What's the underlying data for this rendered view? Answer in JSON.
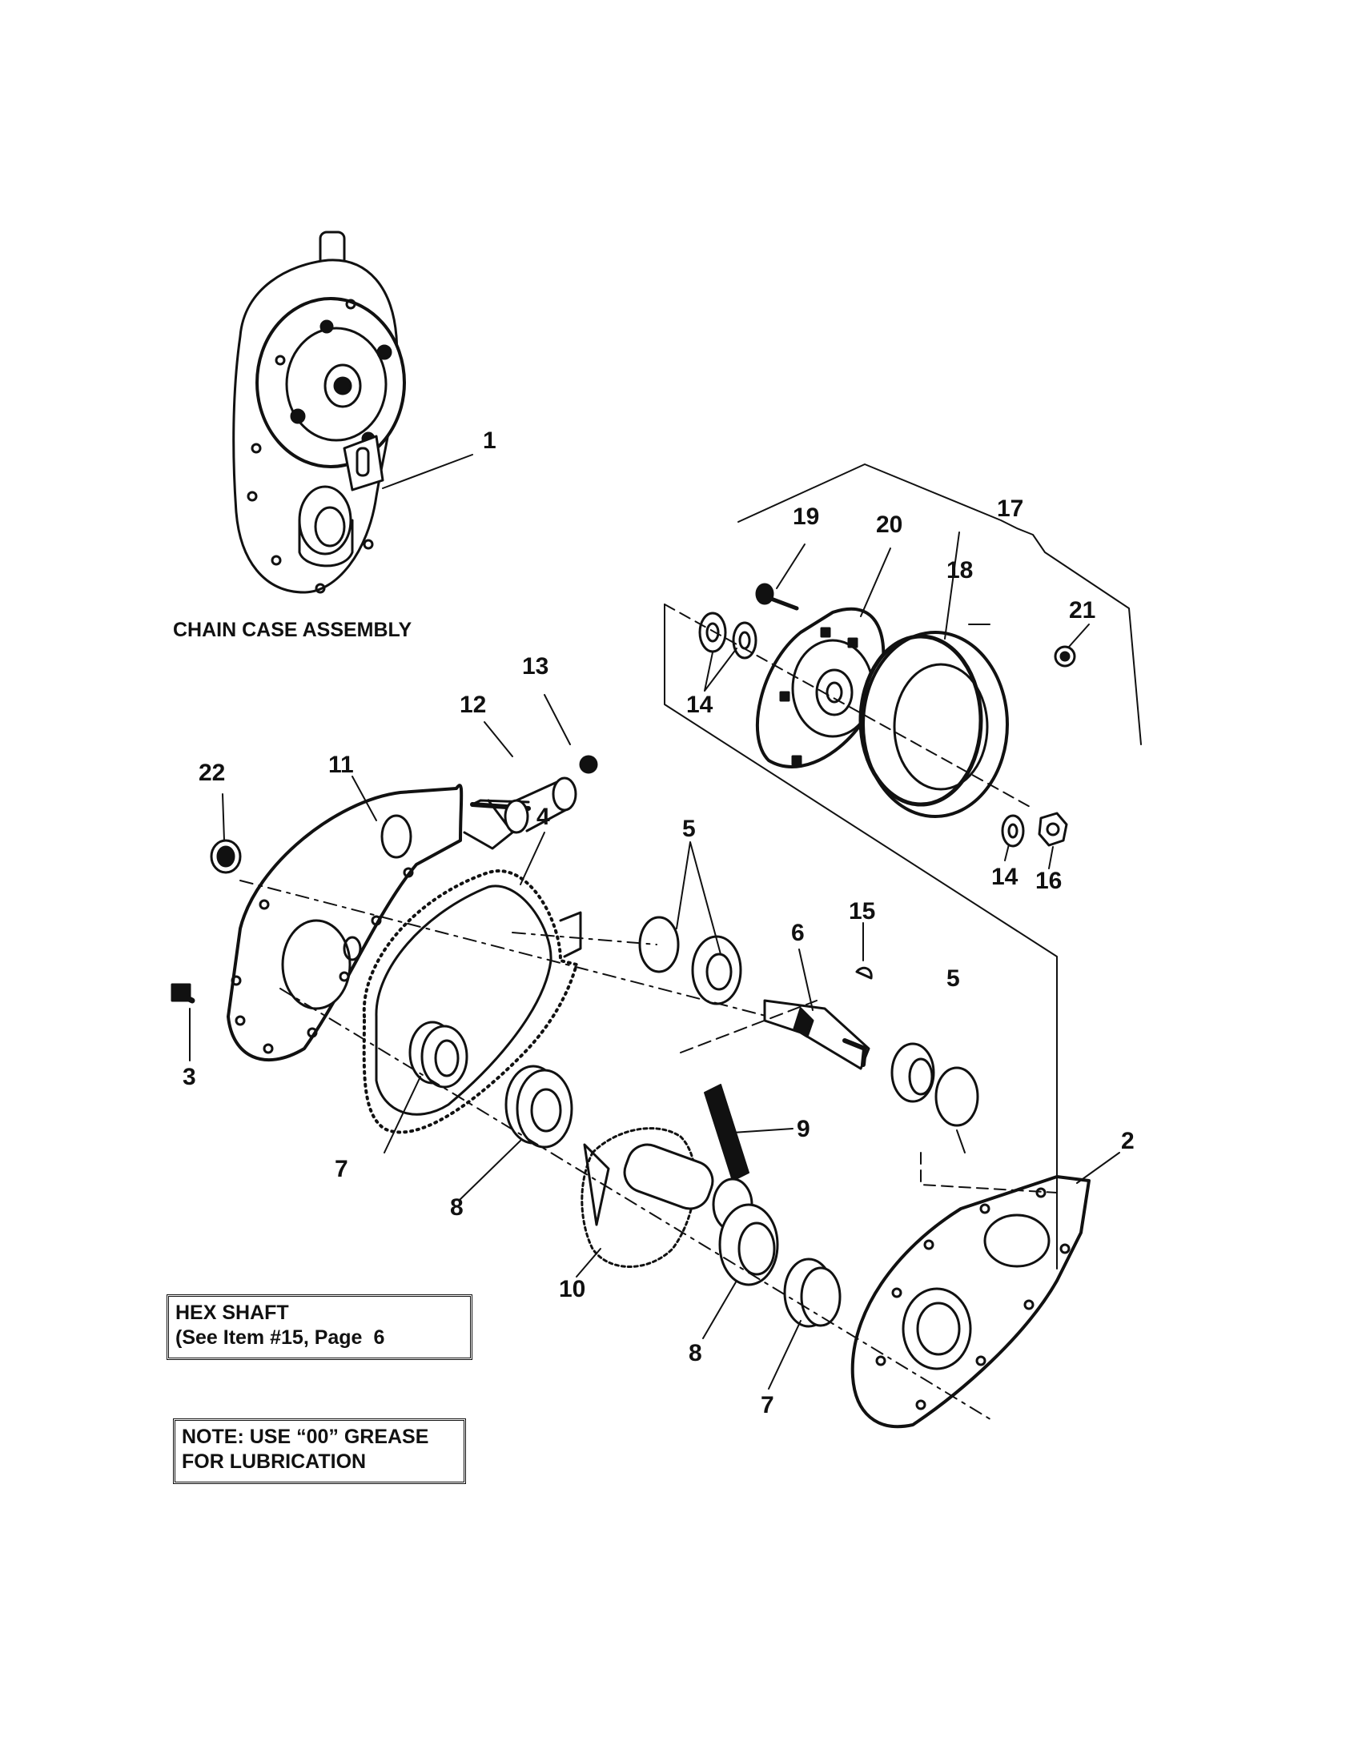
{
  "caption": "CHAIN CASE ASSEMBLY",
  "hex_note": {
    "line1": "HEX SHAFT",
    "line2": "(See Item #15, Page",
    "page": "6"
  },
  "grease_note": {
    "line1": "NOTE: USE “00” GREASE",
    "line2": "FOR LUBRICATION"
  },
  "callouts": {
    "c1": "1",
    "c2": "2",
    "c3": "3",
    "c4": "4",
    "c5a": "5",
    "c5b": "5",
    "c6": "6",
    "c7a": "7",
    "c7b": "7",
    "c8a": "8",
    "c8b": "8",
    "c9": "9",
    "c10": "10",
    "c11": "11",
    "c12": "12",
    "c13": "13",
    "c14a": "14",
    "c14b": "14",
    "c15": "15",
    "c16": "16",
    "c17": "17",
    "c18": "18",
    "c19": "19",
    "c20": "20",
    "c21": "21",
    "c22": "22"
  }
}
